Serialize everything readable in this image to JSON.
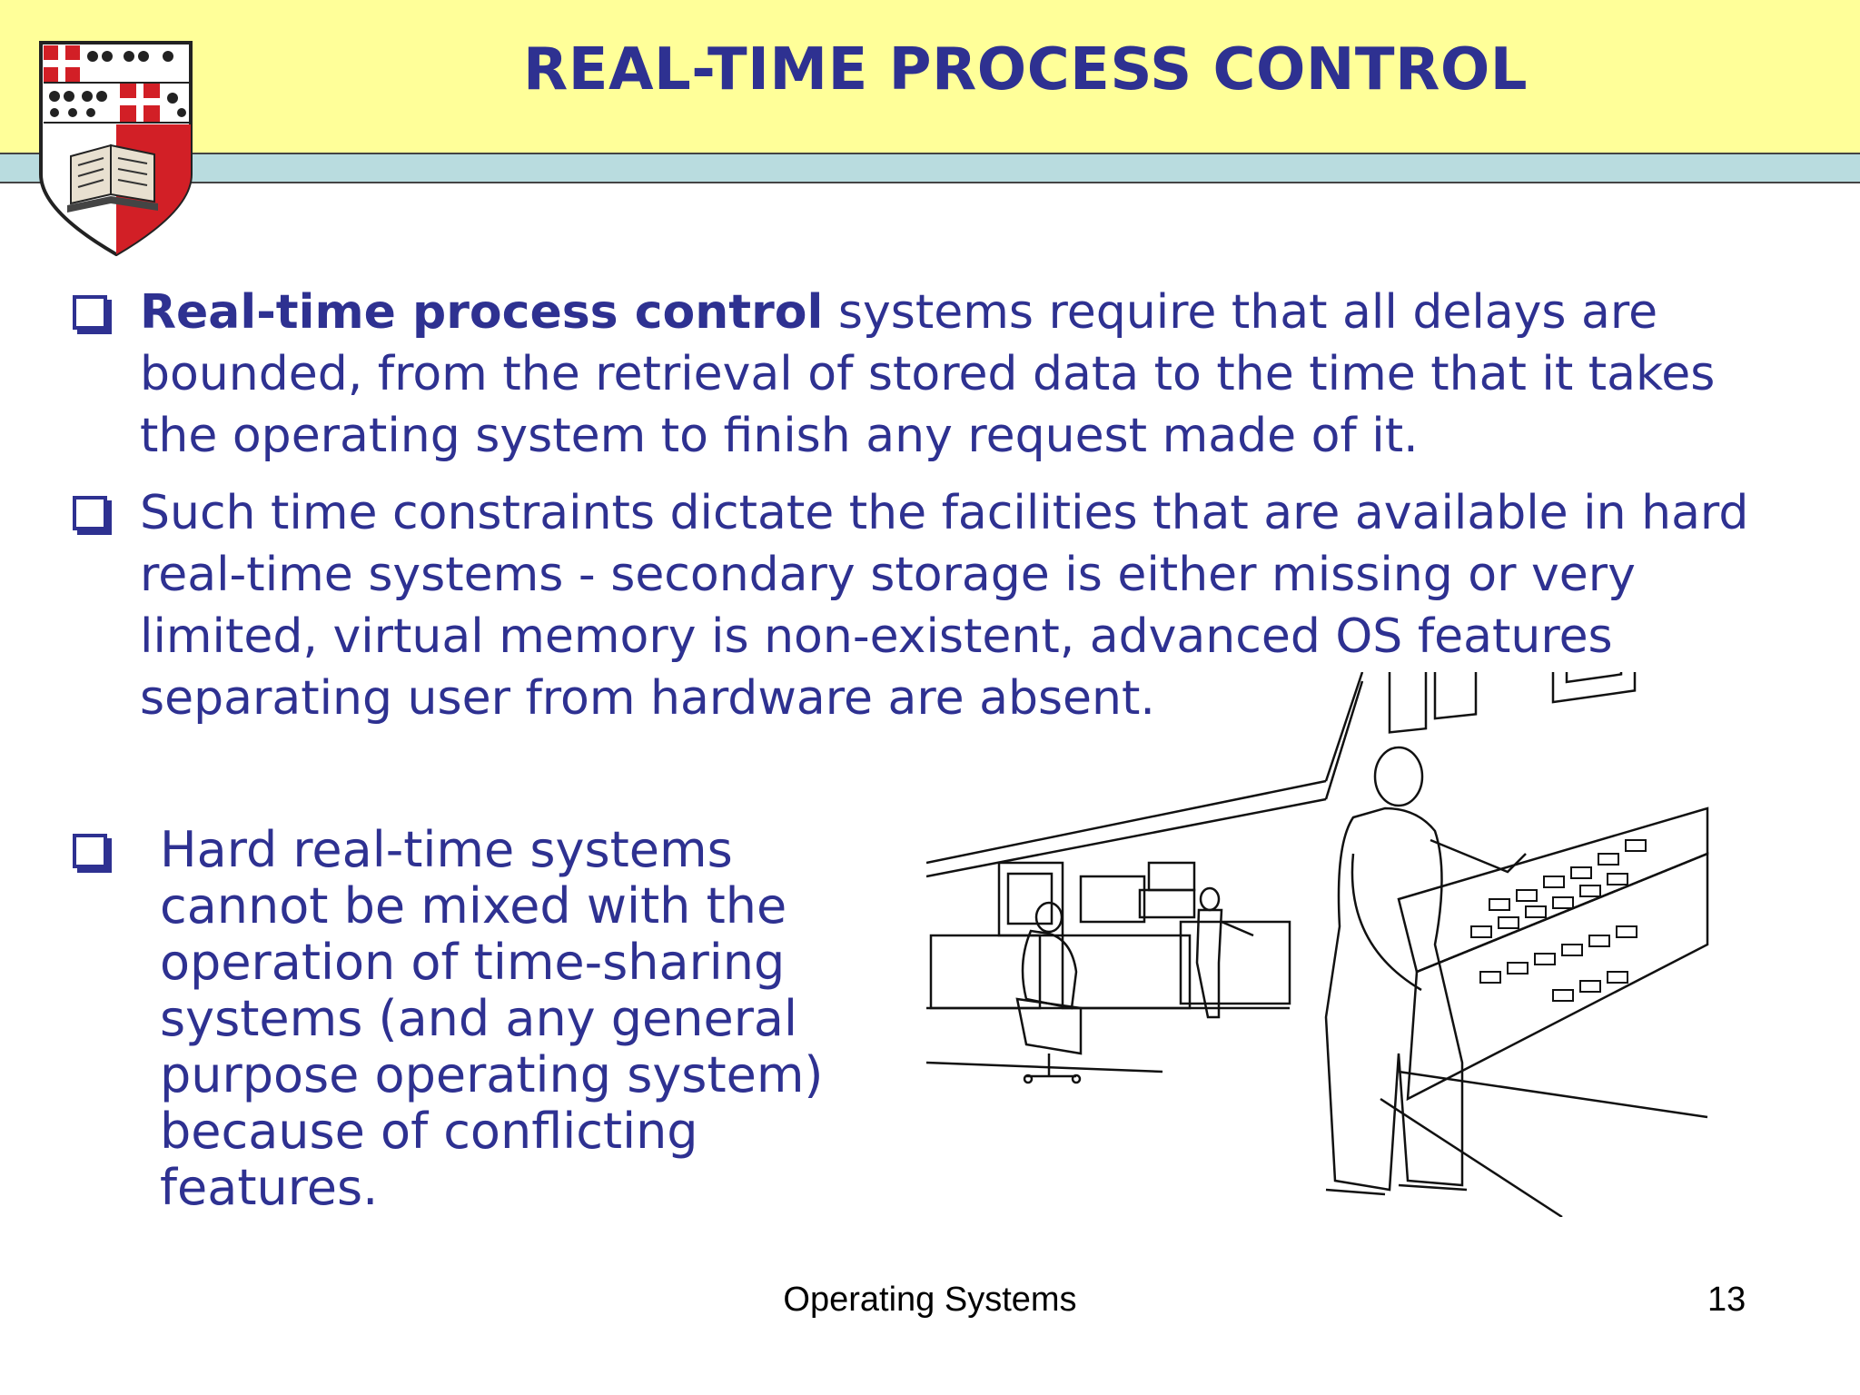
{
  "slide": {
    "title": "REAL-TIME PROCESS CONTROL",
    "bullets": [
      {
        "bold": "Real-time process control",
        "text": " systems require that all delays are bounded, from the retrieval of stored data to the time that it takes the operating system to finish any request made of it."
      },
      {
        "text": "Such time constraints dictate the facilities that are available in hard real-time systems  - secondary storage is either missing or very limited, virtual memory is non-existent, advanced OS features separating user from hardware are absent."
      },
      {
        "text": "Hard real-time systems cannot be mixed with the operation of time-sharing systems (and any general purpose operating system) because of conflicting features."
      }
    ],
    "footer": {
      "center": "Operating Systems",
      "page": "13"
    }
  },
  "colors": {
    "title": "#2e3191",
    "header_band": "#ffff99",
    "header_stripe": "#b9dcdf",
    "crest_red": "#d21f26"
  },
  "icons": {
    "crest": "university-crest",
    "bullet": "checkbox-bullet-icon",
    "illustration": "control-room-illustration"
  }
}
